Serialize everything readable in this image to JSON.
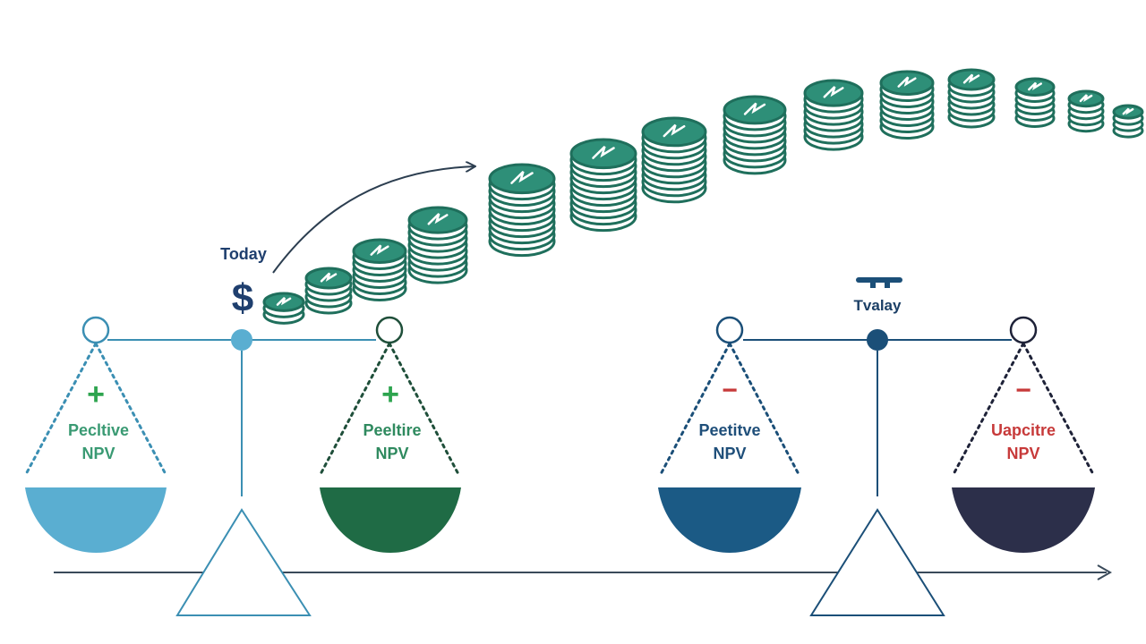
{
  "labels": {
    "today_left": "Today",
    "dollar": "$",
    "today_right": "Tvalay"
  },
  "pans": [
    {
      "sign": "+",
      "line1": "Pecltive",
      "line2": "NPV",
      "text_color": "#3a9a73",
      "sign_color": "#2ea44f",
      "bowl_color": "#5aaed1",
      "ring_color": "#3b8fb3"
    },
    {
      "sign": "+",
      "line1": "Peeltire",
      "line2": "NPV",
      "text_color": "#2f8a5f",
      "sign_color": "#2ea44f",
      "bowl_color": "#1f6b45",
      "ring_color": "#1f4f3a"
    },
    {
      "sign": "−",
      "line1": "Peetitve",
      "line2": "NPV",
      "text_color": "#1f4f7a",
      "sign_color": "#c73a3a",
      "bowl_color": "#1b5a85",
      "ring_color": "#1b4f78"
    },
    {
      "sign": "−",
      "line1": "Uapcitre",
      "line2": "NPV",
      "text_color": "#c73a3a",
      "sign_color": "#c73a3a",
      "bowl_color": "#2c2f4a",
      "ring_color": "#1e2238"
    }
  ],
  "colors": {
    "coin_face": "#2e8f78",
    "coin_edge": "#1f6f5c",
    "beam_left": "#3b8fb3",
    "beam_right": "#1b4f78",
    "axis": "#3a4a5a",
    "arrow": "#2c3e50",
    "dollar": "#1f3f6e"
  },
  "icons": [
    "dollar-icon",
    "coin-stack-icon",
    "scale-icon",
    "arrow-icon"
  ]
}
